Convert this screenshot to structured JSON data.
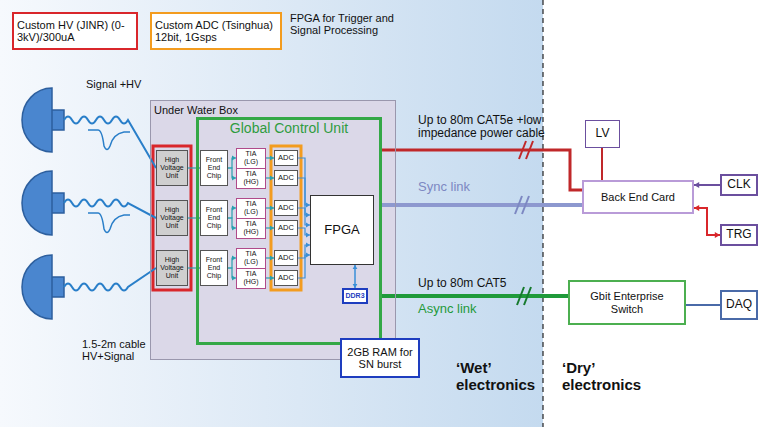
{
  "diagram": {
    "nodes": [
      {
        "text": [
          "Custom HV (JINR) (0-3kV)/300uA"
        ]
      },
      {
        "text": [
          "Custom ADC (Tsinghua) 12bit, 1Gsps"
        ]
      },
      {
        "text": [
          "Under Water Box"
        ]
      },
      {
        "text": [
          "Global Control Unit"
        ],
        "in": 2
      },
      {
        "text": [
          "High Voltage Unit"
        ],
        "in": 2
      },
      {
        "text": [
          "High Voltage Unit"
        ],
        "in": 2
      },
      {
        "text": [
          "High Voltage Unit"
        ],
        "in": 2
      },
      {
        "text": [
          "Front End Chip"
        ],
        "in": 3
      },
      {
        "text": [
          "TIA (LG)"
        ],
        "in": 3
      },
      {
        "text": [
          "TIA (HG)"
        ],
        "in": 3
      },
      {
        "text": [
          "ADC"
        ],
        "in": 3
      },
      {
        "text": [
          "ADC"
        ],
        "in": 3
      },
      {
        "text": [
          "Front End Chip"
        ],
        "in": 3
      },
      {
        "text": [
          "TIA (LG)"
        ],
        "in": 3
      },
      {
        "text": [
          "TIA (HG)"
        ],
        "in": 3
      },
      {
        "text": [
          "ADC"
        ],
        "in": 3
      },
      {
        "text": [
          "ADC"
        ],
        "in": 3
      },
      {
        "text": [
          "Front End Chip"
        ],
        "in": 3
      },
      {
        "text": [
          "TIA (LG)"
        ],
        "in": 3
      },
      {
        "text": [
          "TIA (HG)"
        ],
        "in": 3
      },
      {
        "text": [
          "ADC"
        ],
        "in": 3
      },
      {
        "text": [
          "ADC"
        ],
        "in": 3
      },
      {
        "text": [
          "FPGA"
        ],
        "in": 3
      },
      {
        "text": [
          "DDR3"
        ],
        "in": 3
      },
      {
        "text": [
          "2GB RAM for SN burst"
        ]
      },
      {
        "text": [
          "LV"
        ]
      },
      {
        "text": [
          "Back End Card"
        ]
      },
      {
        "text": [
          "CLK"
        ]
      },
      {
        "text": [
          "TRG"
        ]
      },
      {
        "text": [
          "Gbit Enterprise Switch"
        ]
      },
      {
        "text": [
          "DAQ"
        ]
      }
    ],
    "edges": [
      {
        "from": 4,
        "to": 7,
        "arrow": "to"
      },
      {
        "from": 5,
        "to": 12,
        "arrow": "to"
      },
      {
        "from": 6,
        "to": 17,
        "arrow": "to"
      },
      {
        "from": 7,
        "to": 8,
        "arrow": "to"
      },
      {
        "from": 7,
        "to": 9,
        "arrow": "to"
      },
      {
        "from": 12,
        "to": 13,
        "arrow": "to"
      },
      {
        "from": 12,
        "to": 14,
        "arrow": "to"
      },
      {
        "from": 17,
        "to": 18,
        "arrow": "to"
      },
      {
        "from": 17,
        "to": 19,
        "arrow": "to"
      },
      {
        "from": 8,
        "to": 10,
        "arrow": "to"
      },
      {
        "from": 9,
        "to": 11,
        "arrow": "to"
      },
      {
        "from": 13,
        "to": 15,
        "arrow": "to"
      },
      {
        "from": 14,
        "to": 16,
        "arrow": "to"
      },
      {
        "from": 18,
        "to": 20,
        "arrow": "to"
      },
      {
        "from": 19,
        "to": 21,
        "arrow": "to"
      },
      {
        "from": 10,
        "to": 22,
        "arrow": "to"
      },
      {
        "from": 11,
        "to": 22,
        "arrow": "to"
      },
      {
        "from": 15,
        "to": 22,
        "arrow": "to"
      },
      {
        "from": 16,
        "to": 22,
        "arrow": "to"
      },
      {
        "from": 20,
        "to": 22,
        "arrow": "to"
      },
      {
        "from": 21,
        "to": 22,
        "arrow": "to"
      },
      {
        "from": 22,
        "to": 23,
        "arrow": "both"
      },
      {
        "from": 3,
        "to": 26,
        "arrow": "none"
      },
      {
        "from": 3,
        "to": 26,
        "label": "Sync link",
        "arrow": "none"
      },
      {
        "from": 25,
        "to": 26,
        "arrow": "none"
      },
      {
        "from": 27,
        "to": 26,
        "arrow": "to"
      },
      {
        "from": 26,
        "to": 28,
        "arrow": "both"
      },
      {
        "from": 3,
        "to": 29,
        "label": "Async link",
        "arrow": "none"
      },
      {
        "from": 29,
        "to": 30,
        "arrow": "none"
      }
    ],
    "labels": [
      "FPGA for Trigger and Signal Processing",
      "Signal +HV",
      "Up to 80m CAT5e +low impedance power cable",
      "Up to 80m CAT5",
      "1.5-2m cable HV+Signal",
      "‘Wet’ electronics",
      "‘Dry’ electronics"
    ]
  }
}
